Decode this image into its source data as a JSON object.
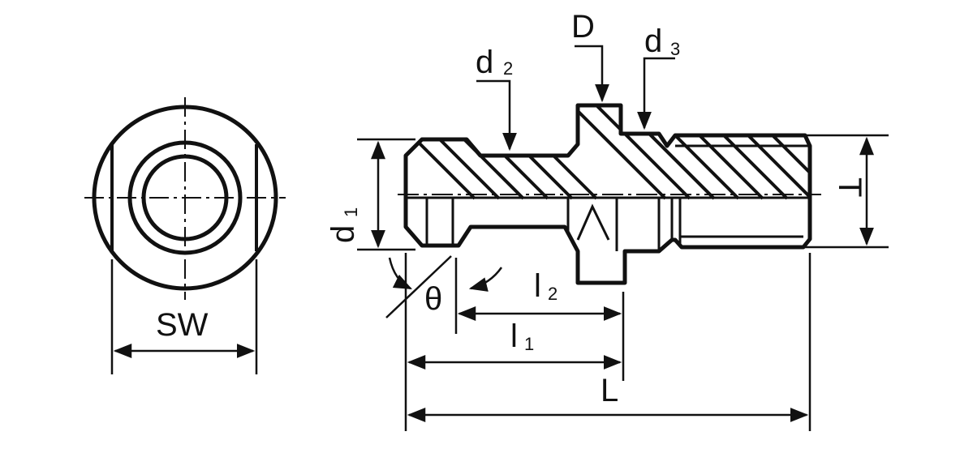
{
  "diagram": {
    "type": "technical-drawing",
    "subject": "retention knob / pull stud",
    "line_color": "#111111",
    "background": "#ffffff"
  },
  "labels": {
    "sw": "SW",
    "D": "D",
    "d2_main": "d",
    "d2_sub": "2",
    "d3_main": "d",
    "d3_sub": "3",
    "d1_main": "d",
    "d1_sub": "1",
    "T": "T",
    "theta": "θ",
    "l2_main": "l",
    "l2_sub": "2",
    "l1_main": "l",
    "l1_sub": "1",
    "L": "L"
  }
}
